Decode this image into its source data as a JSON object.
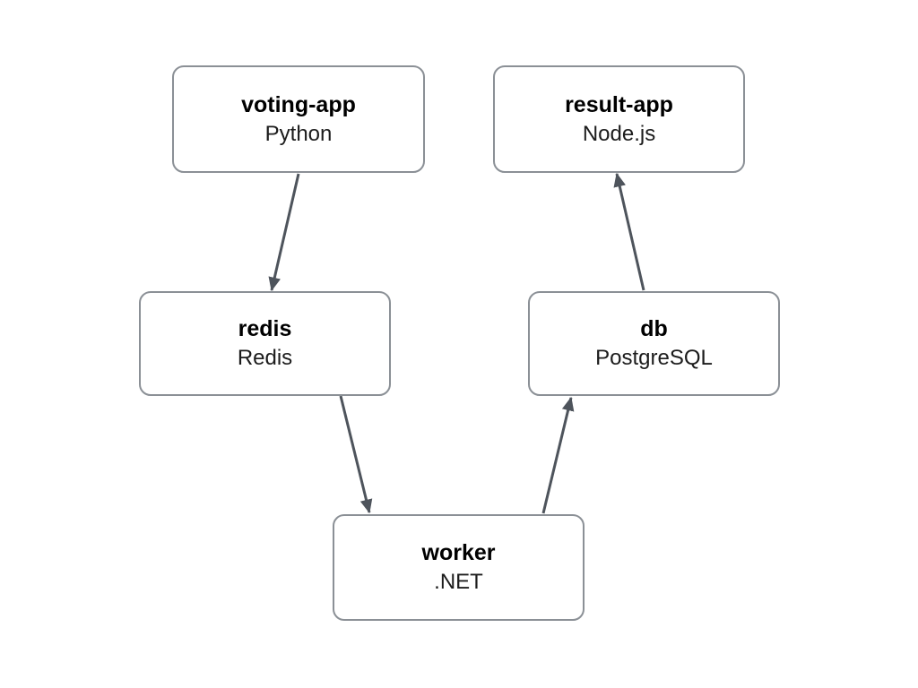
{
  "diagram": {
    "nodes": [
      {
        "id": "voting-app",
        "name": "voting-app",
        "tech": "Python"
      },
      {
        "id": "result-app",
        "name": "result-app",
        "tech": "Node.js"
      },
      {
        "id": "redis",
        "name": "redis",
        "tech": "Redis"
      },
      {
        "id": "db",
        "name": "db",
        "tech": "PostgreSQL"
      },
      {
        "id": "worker",
        "name": "worker",
        "tech": ".NET"
      }
    ],
    "edges": [
      {
        "from": "voting-app",
        "to": "redis"
      },
      {
        "from": "redis",
        "to": "worker"
      },
      {
        "from": "worker",
        "to": "db"
      },
      {
        "from": "db",
        "to": "result-app"
      }
    ],
    "colors": {
      "background": "#ffffff",
      "node_border": "#8b9096",
      "node_fill": "#ffffff",
      "title_text": "#000000",
      "subtitle_text": "#1c1c1c",
      "arrow": "#4e545c"
    }
  }
}
